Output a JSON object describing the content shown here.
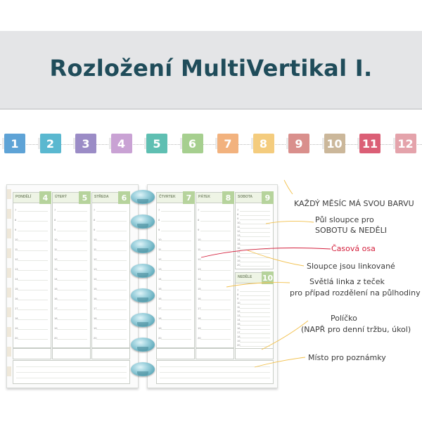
{
  "title": "Rozložení MultiVertikal I.",
  "months": [
    {
      "num": "1",
      "color": "#5ea3d6"
    },
    {
      "num": "2",
      "color": "#5ab8d0"
    },
    {
      "num": "3",
      "color": "#9b8cc6"
    },
    {
      "num": "4",
      "color": "#c9a2d4"
    },
    {
      "num": "5",
      "color": "#5fbfb2"
    },
    {
      "num": "6",
      "color": "#a6cf8f"
    },
    {
      "num": "7",
      "color": "#f2b27e"
    },
    {
      "num": "8",
      "color": "#f4cc7e"
    },
    {
      "num": "9",
      "color": "#d98f8c"
    },
    {
      "num": "10",
      "color": "#cbb79a"
    },
    {
      "num": "11",
      "color": "#db5f76"
    },
    {
      "num": "12",
      "color": "#e4a3ab"
    }
  ],
  "planner": {
    "left_days": [
      {
        "name": "PONDĚLÍ",
        "num": "4"
      },
      {
        "name": "ÚTERÝ",
        "num": "5"
      },
      {
        "name": "STŘEDA",
        "num": "6"
      }
    ],
    "right_days": [
      {
        "name": "ČTVRTEK",
        "num": "7"
      },
      {
        "name": "PÁTEK",
        "num": "8"
      },
      {
        "name": "SOBOTA",
        "num": "9"
      }
    ],
    "sunday": {
      "name": "NEDĚLE",
      "num": "10"
    },
    "hours": [
      "7",
      "8",
      "9",
      "10",
      "11",
      "12",
      "13",
      "14",
      "15",
      "16",
      "17",
      "18",
      "19",
      "20"
    ]
  },
  "annotations": {
    "color": "KAŽDÝ MĚSÍC MÁ SVOU BARVU",
    "half_line1": "Půl sloupce pro",
    "half_line2": "SOBOTU & NEDĚLI",
    "timeline": "Časová osa",
    "lined": "Sloupce jsou linkované",
    "dotted_line1": "Světlá linka z teček",
    "dotted_line2": "pro případ rozdělení na půlhodiny",
    "field_line1": "Políčko",
    "field_line2": "(NAPŘ pro denní tržbu, úkol)",
    "notes": "Místo pro poznámky"
  },
  "accent_colors": {
    "title": "#1f4c5a",
    "timeline": "#d41f3c",
    "leader": "#f2c14e"
  }
}
